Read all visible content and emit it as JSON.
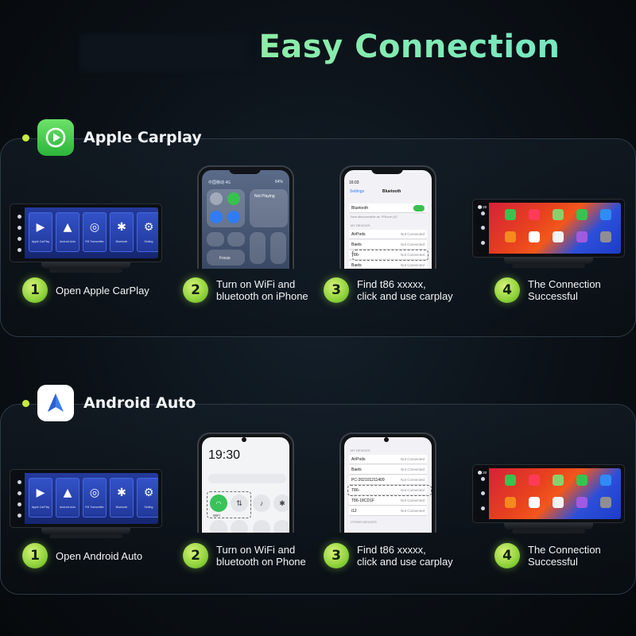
{
  "header": {
    "title": "Easy Connection"
  },
  "colors": {
    "accent": "#8fd33a",
    "badge_dot": "#c6ec3c",
    "title_start": "#b6f27a",
    "title_end": "#6fe6c9"
  },
  "carplay": {
    "title": "Apple Carplay",
    "logo_icon": "carplay-play-icon",
    "steps": [
      {
        "num": "1",
        "text": "Open Apple CarPlay"
      },
      {
        "num": "2",
        "text": "Turn on WiFi and\nbluetooth on iPhone"
      },
      {
        "num": "3",
        "text": "Find t86 xxxxx,\nclick and use carplay"
      },
      {
        "num": "4",
        "text": "The Connection\nSuccessful"
      }
    ],
    "bt_phone": {
      "time": "16:03",
      "back": "Settings",
      "header": "Bluetooth",
      "toggle_label": "Bluetooth",
      "discoverable": "Now discoverable as \"iPhone (4)\".",
      "devices_caption": "MY DEVICES",
      "devices": [
        {
          "name": "AirPods",
          "status": "Not Connected"
        },
        {
          "name": "Baets",
          "status": "Not Connected"
        },
        {
          "name": "T86-",
          "status": "Not Connected"
        },
        {
          "name": "Baets",
          "status": "Not Connected"
        }
      ]
    },
    "cc_phone": {
      "carrier": "中国移动 4G",
      "battery": "84%",
      "now_playing": "Not Playing",
      "focus": "Focus"
    }
  },
  "android": {
    "title": "Android Auto",
    "logo_icon": "android-auto-arrow-icon",
    "steps": [
      {
        "num": "1",
        "text": "Open Android Auto"
      },
      {
        "num": "2",
        "text": "Turn on WiFi and\nbluetooth on Phone"
      },
      {
        "num": "3",
        "text": "Find t86 xxxxx,\nclick and use carplay"
      },
      {
        "num": "4",
        "text": "The Connection\nSuccessful"
      }
    ],
    "qs_phone": {
      "time": "19:30",
      "wifi_label": "WiFi"
    },
    "bt_phone": {
      "devices_caption": "MY DEVICES",
      "devices": [
        {
          "name": "AirPods",
          "status": "Not Connected"
        },
        {
          "name": "Baets",
          "status": "Not Connected"
        },
        {
          "name": "PC-202101211409",
          "status": "Not Connected"
        },
        {
          "name": "T86-",
          "status": "Not Connected"
        },
        {
          "name": "T86-18CD1F",
          "status": "Not Connected"
        },
        {
          "name": "i12",
          "status": "Not Connected"
        }
      ],
      "other_caption": "OTHER DEVICES"
    }
  },
  "car_menu": {
    "tiles": [
      {
        "glyph": "▶",
        "label": "Apple CarPlay",
        "icon": "carplay-icon"
      },
      {
        "glyph": "▲",
        "label": "Android Auto",
        "icon": "android-auto-icon"
      },
      {
        "glyph": "◎",
        "label": "FM Transmitter",
        "icon": "fm-transmitter-icon"
      },
      {
        "glyph": "✱",
        "label": "Bluetooth",
        "icon": "bluetooth-icon"
      },
      {
        "glyph": "⚙",
        "label": "Setting",
        "icon": "gear-icon"
      }
    ]
  },
  "carplay_screen": {
    "time": "16:20"
  }
}
